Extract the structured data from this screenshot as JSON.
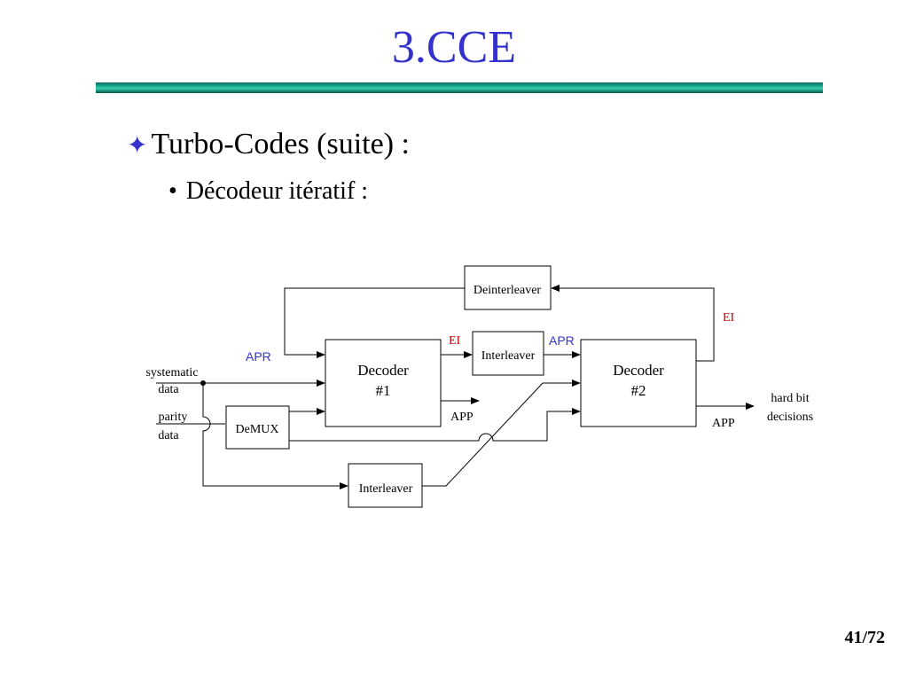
{
  "slide": {
    "title": "3.CCE",
    "bullet_icon": "four-pointed-star-icon",
    "bullet_1": "Turbo-Codes (suite) :",
    "bullet_2": "Décodeur itératif :",
    "page_number": "41/72"
  },
  "diagram": {
    "blocks": {
      "deinterleaver": "Deinterleaver",
      "interleaver_top": "Interleaver",
      "interleaver_bottom": "Interleaver",
      "demux": "DeMUX",
      "decoder1_line1": "Decoder",
      "decoder1_line2": "#1",
      "decoder2_line1": "Decoder",
      "decoder2_line2": "#2"
    },
    "labels": {
      "apr_left": "APR",
      "apr_right": "APR",
      "ei_left": "EI",
      "ei_right": "EI",
      "app_1": "APP",
      "app_2": "APP",
      "systematic_line1": "systematic",
      "systematic_line2": "data",
      "parity_line1": "parity",
      "parity_line2": "data",
      "hard_bit_line1": "hard bit",
      "hard_bit_line2": "decisions"
    },
    "colors": {
      "apr": "#3333cc",
      "ei": "#cc0000",
      "title": "#3333cc"
    }
  }
}
